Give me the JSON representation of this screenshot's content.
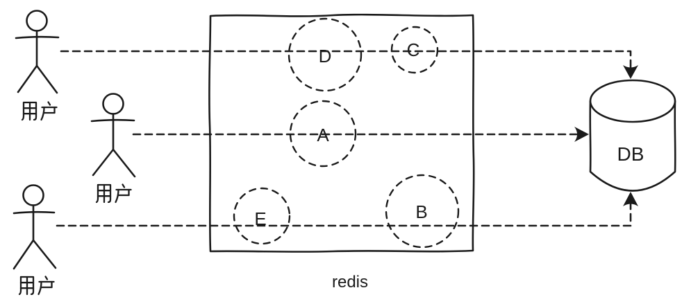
{
  "diagram": {
    "background_color": "#ffffff",
    "stroke_color": "#1a1a1a",
    "users": [
      {
        "label": "用户"
      },
      {
        "label": "用户"
      },
      {
        "label": "用户"
      }
    ],
    "cache_box": {
      "label": "redis",
      "keys": [
        {
          "label": "D"
        },
        {
          "label": "C"
        },
        {
          "label": "A"
        },
        {
          "label": "E"
        },
        {
          "label": "B"
        }
      ]
    },
    "database": {
      "label": "DB"
    }
  }
}
